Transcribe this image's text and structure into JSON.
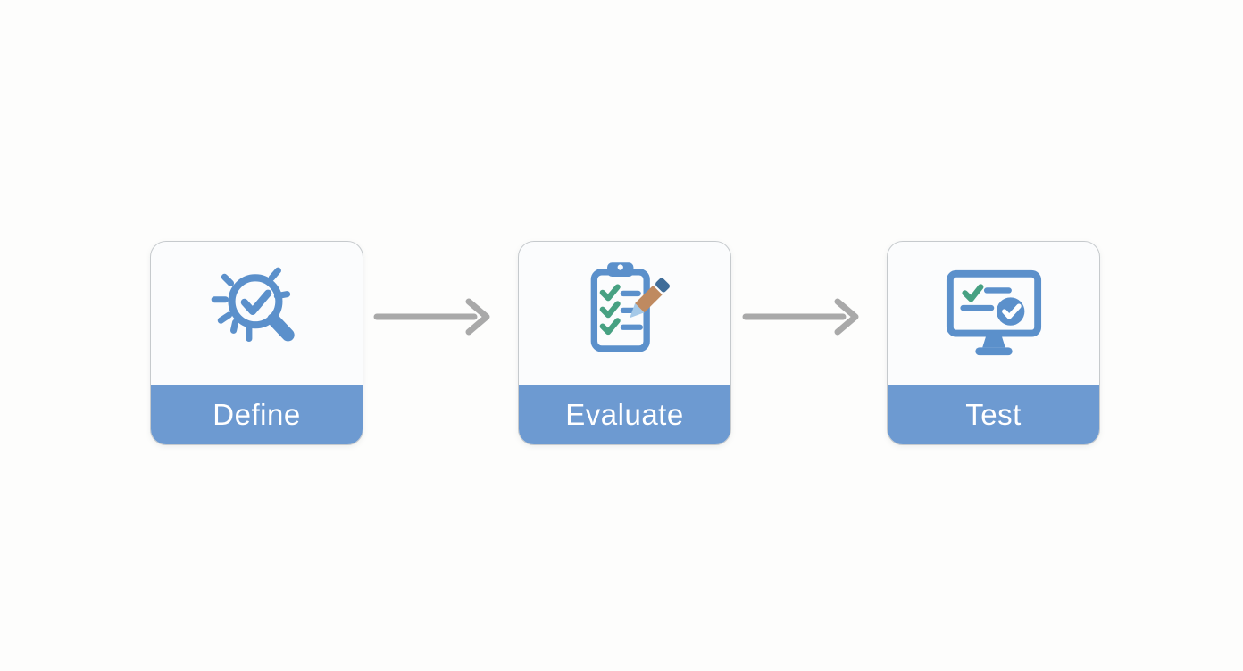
{
  "page": {
    "background": "#fdfdfc",
    "type": "three-step-process-flow"
  },
  "flow": {
    "steps": [
      {
        "label": "Define",
        "icon": "magnifier-check-icon"
      },
      {
        "label": "Evaluate",
        "icon": "clipboard-checklist-pencil-icon"
      },
      {
        "label": "Test",
        "icon": "monitor-check-icon"
      }
    ],
    "connectors": [
      "arrow-right",
      "arrow-right"
    ]
  },
  "colors": {
    "card_bar_blue": "#6d9ad1",
    "icon_blue": "#5b90cb",
    "check_green": "#47a182",
    "pencil_tan": "#bf8a60",
    "pencil_cap_blue": "#3f6d99",
    "pencil_tip_blue": "#a5c9e8",
    "arrow_gray": "#a9a9a9",
    "card_border": "#c6cacd",
    "card_background": "#fbfcfd",
    "label_text": "#ffffff"
  }
}
